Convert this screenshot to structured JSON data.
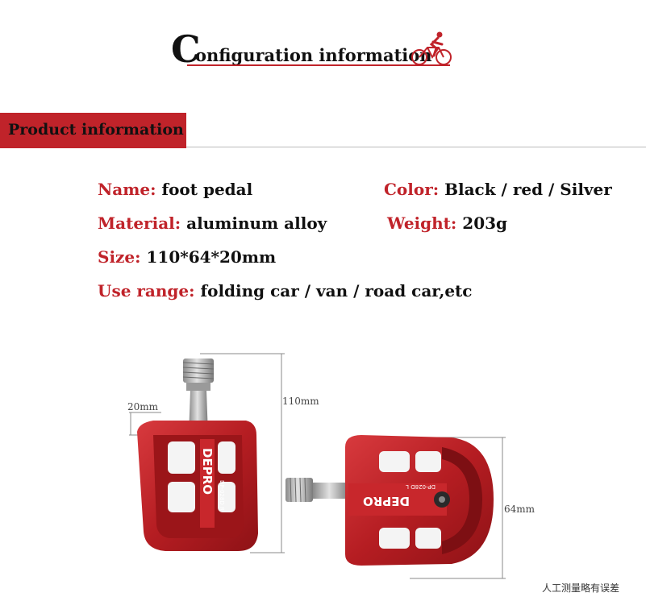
{
  "header": {
    "title_initial": "C",
    "title_rest": "onfiguration information"
  },
  "section": {
    "label": "Product information"
  },
  "specs": {
    "name_label": "Name:",
    "name_value": "foot pedal",
    "color_label": "Color:",
    "color_value": "Black / red / Silver",
    "material_label": "Material:",
    "material_value": "aluminum alloy",
    "weight_label": "Weight:",
    "weight_value": "203g",
    "size_label": "Size:",
    "size_value": "110*64*20mm",
    "use_label": "Use range:",
    "use_value": "folding car / van / road car,etc"
  },
  "dimensions": {
    "length": "110mm",
    "depth": "20mm",
    "width": "64mm"
  },
  "pedal": {
    "brand": "DEPRO",
    "model_right": "DP-028D R",
    "model_left": "DP-028D L"
  },
  "footer_note": "人工测量略有误差",
  "colors": {
    "accent": "#c0232a",
    "pedal_red": "#b51d22",
    "axle_silver": "#b8b8b8"
  }
}
